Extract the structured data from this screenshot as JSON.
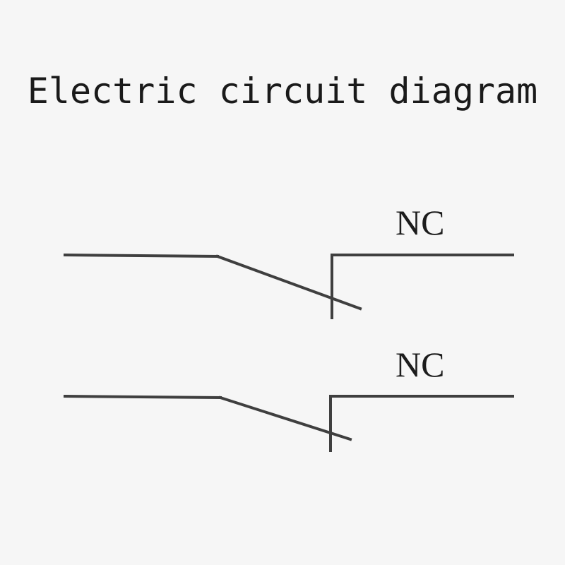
{
  "title": "Electric circuit diagram",
  "switches": [
    {
      "label": "NC"
    },
    {
      "label": "NC"
    }
  ]
}
